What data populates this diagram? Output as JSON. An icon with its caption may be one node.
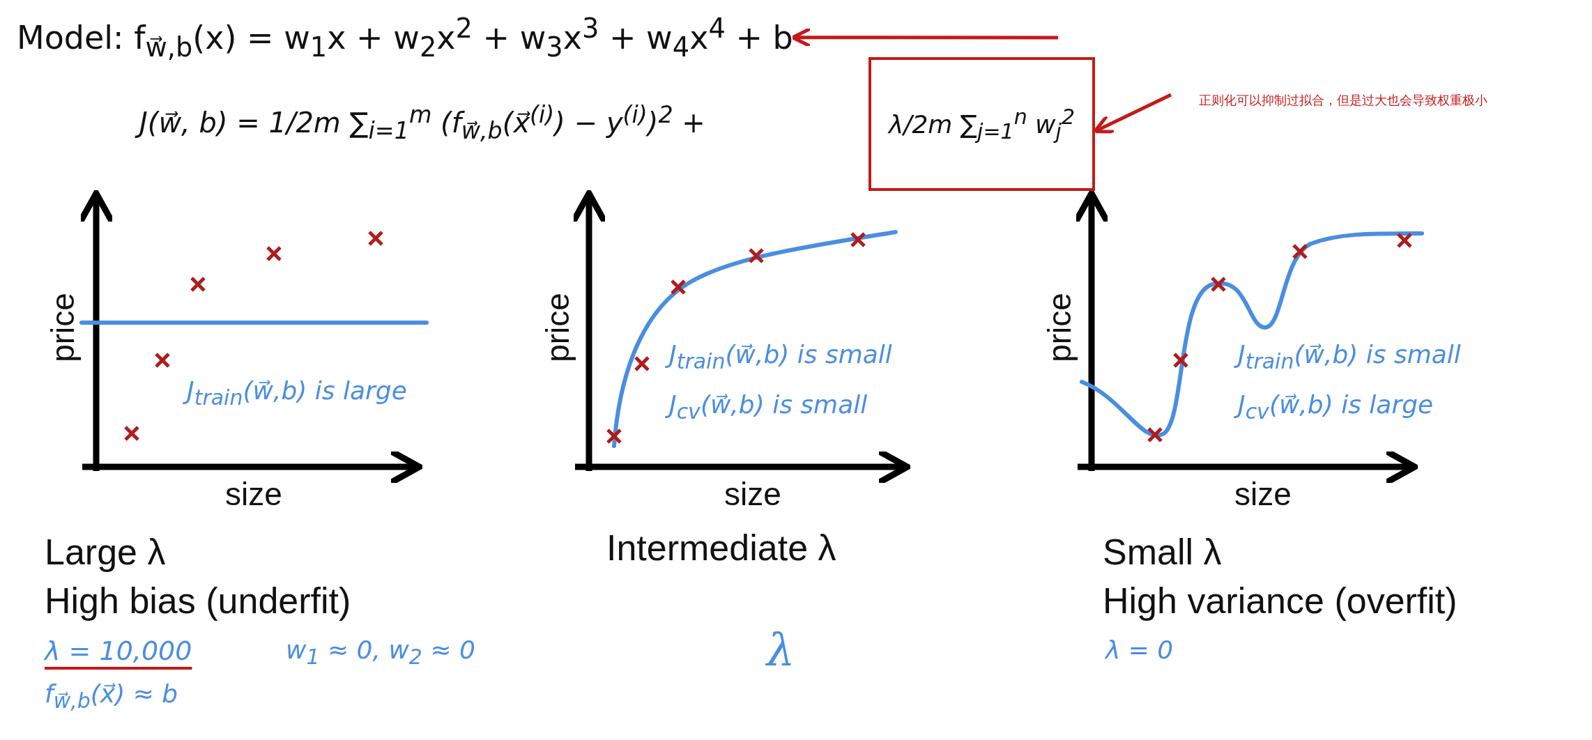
{
  "diagram": {
    "nodes": [
      {
        "text": [
          "Model: f$_{w⃗,b}$(x) = w$_{1}$x + w$_{2}$x$^{2}$ + w$_{3}$x$^{3}$ + w$_{4}$x$^{4}$ + b"
        ]
      },
      {
        "text": [
          "λ/2m ∑$_{j=1}$$^{n}$ w$_{j}$$^{2}$"
        ]
      }
    ],
    "edges": [
      {
        "from": null,
        "to": 0,
        "arrow": "to"
      },
      {
        "from": null,
        "to": 1,
        "arrow": "to"
      }
    ],
    "labels": [
      "J(w⃗, b) = 1/2m ∑$_{i=1}$$^{m}$ (f$_{w⃗,b}$(x⃗$^{(i)}$) − y$^{(i)}$)$^{2}$ +",
      "正则化可以抑制过拟合，但是过大也会导致权重极小",
      "price",
      "J$_{train}$(w⃗,b) is large",
      "size",
      "price",
      "J$_{train}$(w⃗,b) is small",
      "J$_{cv}$(w⃗,b) is small",
      "size",
      "price",
      "J$_{train}$(w⃗,b) is small",
      "J$_{cv}$(w⃗,b) is large",
      "size",
      "Large λ",
      "High bias (underfit)",
      "Intermediate λ",
      "Small λ",
      "High variance (overfit)",
      "λ = 10,000",
      "w$_{1}$ ≈ 0, w$_{2}$ ≈ 0",
      "f$_{w⃗,b}$(x⃗) ≈ b",
      "λ",
      "λ = 0"
    ]
  }
}
